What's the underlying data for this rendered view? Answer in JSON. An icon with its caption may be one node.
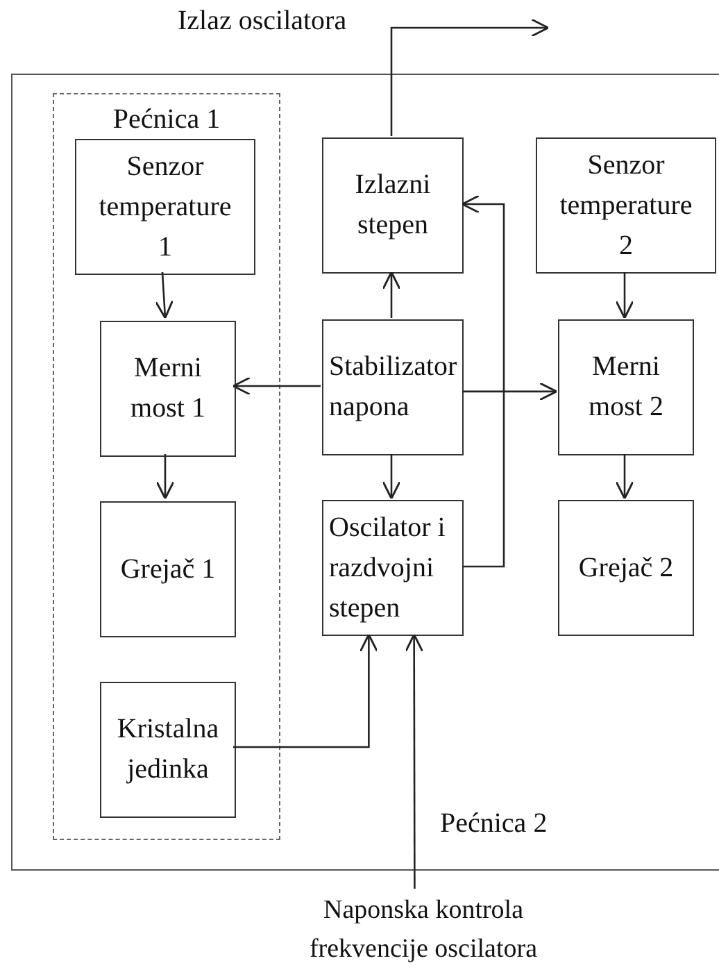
{
  "diagram": {
    "nodes": [
      {
        "text": [
          "Pećnica 2"
        ]
      },
      {
        "text": [
          "Pećnica 1"
        ],
        "in": 0
      },
      {
        "text": [
          "Senzor temperature 1"
        ],
        "in": 1
      },
      {
        "text": [
          "Merni most 1"
        ],
        "in": 1
      },
      {
        "text": [
          "Grejač 1"
        ],
        "in": 1
      },
      {
        "text": [
          "Kristalna jedinka"
        ],
        "in": 1
      },
      {
        "text": [
          "Izlazni stepen"
        ],
        "in": 0
      },
      {
        "text": [
          "Stabilizator napona"
        ],
        "in": 0
      },
      {
        "text": [
          "Oscilator i razdvojni stepen"
        ],
        "in": 0
      },
      {
        "text": [
          "Senzor temperature 2"
        ],
        "in": 0
      },
      {
        "text": [
          "Merni most 2"
        ],
        "in": 0
      },
      {
        "text": [
          "Grejač 2"
        ],
        "in": 0
      },
      {
        "text": [
          "Naponska kontrola frekvencije oscilatora"
        ]
      }
    ],
    "edges": [
      {
        "from": 2,
        "to": 3,
        "arrow": "to"
      },
      {
        "from": 3,
        "to": 4,
        "arrow": "to"
      },
      {
        "from": 7,
        "to": 6,
        "arrow": "to"
      },
      {
        "from": 7,
        "to": 3,
        "arrow": "to"
      },
      {
        "from": 7,
        "to": 10,
        "arrow": "to"
      },
      {
        "from": 7,
        "to": 8,
        "arrow": "to"
      },
      {
        "from": 8,
        "to": 6,
        "arrow": "to"
      },
      {
        "from": 9,
        "to": 10,
        "arrow": "to"
      },
      {
        "from": 10,
        "to": 11,
        "arrow": "to"
      },
      {
        "from": 5,
        "to": 8,
        "arrow": "to"
      },
      {
        "from": 12,
        "to": 8,
        "arrow": "to"
      },
      {
        "from": 6,
        "to": null,
        "arrow": "to",
        "label": "Izlaz oscilatora"
      }
    ]
  }
}
